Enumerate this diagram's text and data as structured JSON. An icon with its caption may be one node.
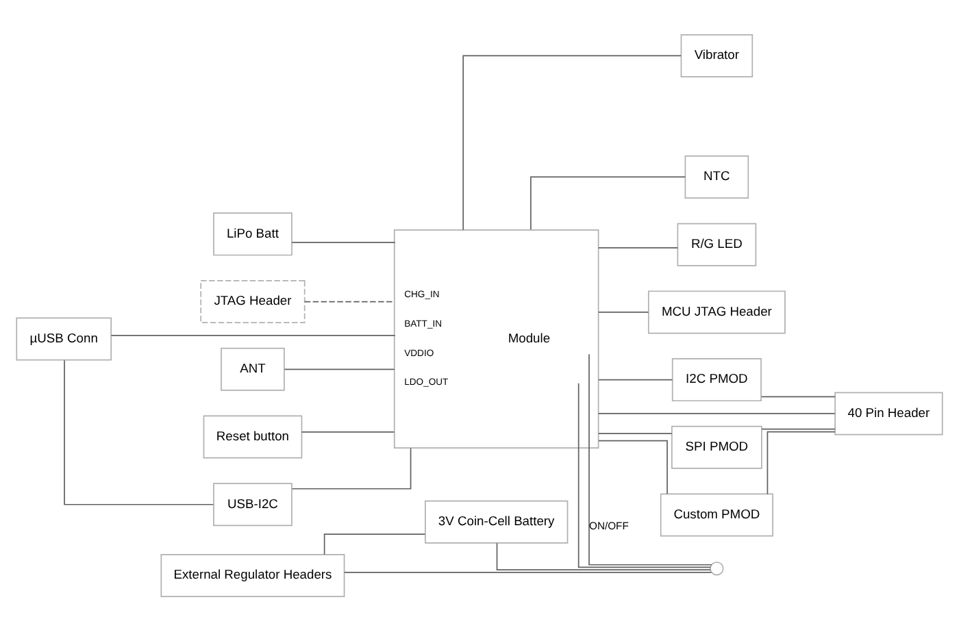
{
  "diagram": {
    "nodes": [
      {
        "text": [
          "JTAG Header"
        ]
      },
      {
        "text": [
          "ANT"
        ]
      },
      {
        "text": [
          "Reset button"
        ]
      },
      {
        "text": [
          "µUSB Conn"
        ]
      },
      {
        "text": [
          "USB-I2C"
        ]
      },
      {
        "text": [
          "Module",
          "CHG_IN",
          "BATT_IN",
          "VDDIO",
          "LDO_OUT"
        ]
      },
      {
        "text": [
          "Vibrator"
        ]
      },
      {
        "text": [
          "LiPo Batt"
        ]
      },
      {
        "text": [
          "External Regulator Headers"
        ]
      },
      {
        "text": [
          "40 Pin Header"
        ]
      },
      {
        "text": [
          "NTC"
        ]
      },
      {
        "text": [
          "3V Coin-Cell Battery"
        ]
      },
      {
        "text": [
          "R/G LED"
        ]
      },
      {
        "text": [
          "MCU JTAG Header"
        ]
      },
      {
        "text": [
          "I2C PMOD"
        ]
      },
      {
        "text": [
          "SPI PMOD"
        ]
      },
      {
        "text": [
          "Custom PMOD"
        ]
      },
      {
        "text": [],
        "shape": "switch"
      }
    ],
    "edges": [
      {
        "from": 0,
        "to": 5,
        "arrow": "none",
        "style": "dashed"
      },
      {
        "from": 1,
        "to": 5,
        "arrow": "none"
      },
      {
        "from": 2,
        "to": 5,
        "arrow": "none"
      },
      {
        "from": 3,
        "to": 4,
        "arrow": "none"
      },
      {
        "from": 4,
        "to": 5,
        "arrow": "none"
      },
      {
        "from": 3,
        "to": 5,
        "arrow": "none"
      },
      {
        "from": 7,
        "to": 5,
        "arrow": "none"
      },
      {
        "from": 5,
        "to": 6,
        "arrow": "none"
      },
      {
        "from": 5,
        "to": 9,
        "arrow": "none"
      },
      {
        "from": 5,
        "to": 10,
        "arrow": "none"
      },
      {
        "from": 5,
        "to": 12,
        "arrow": "none"
      },
      {
        "from": 8,
        "to": 17,
        "arrow": "none"
      },
      {
        "from": 11,
        "to": 17,
        "arrow": "none"
      },
      {
        "from": 17,
        "to": 5,
        "arrow": "none",
        "label": "ON/OFF"
      },
      {
        "from": 5,
        "to": 17,
        "arrow": "none"
      },
      {
        "from": 8,
        "to": 11,
        "arrow": "none"
      },
      {
        "from": 5,
        "to": 13,
        "arrow": "none"
      },
      {
        "from": 5,
        "to": 14,
        "arrow": "none"
      },
      {
        "from": 5,
        "to": 15,
        "arrow": "none"
      },
      {
        "from": 5,
        "to": 16,
        "arrow": "none"
      },
      {
        "from": 14,
        "to": 9,
        "arrow": "none"
      },
      {
        "from": 15,
        "to": 9,
        "arrow": "none"
      },
      {
        "from": 16,
        "to": 9,
        "arrow": "none"
      }
    ]
  }
}
